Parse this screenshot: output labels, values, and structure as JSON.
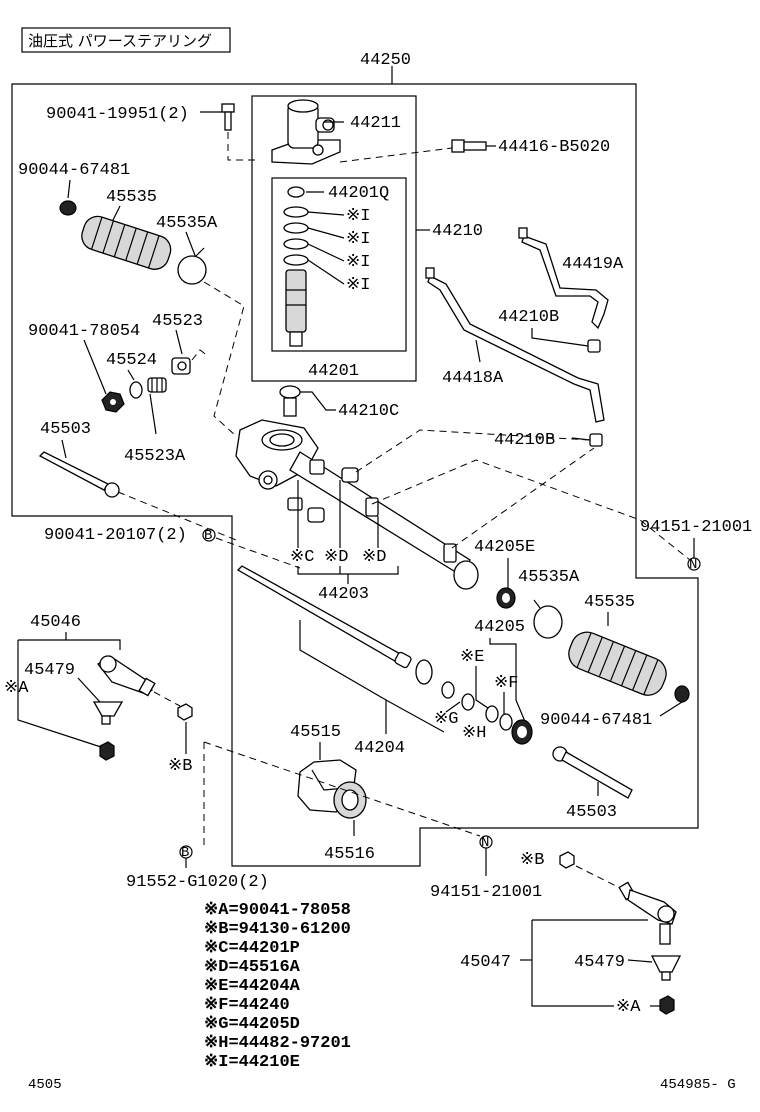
{
  "header_title": "油圧式 パワーステアリング",
  "labels": {
    "assy_44250": "44250",
    "p_90041_19951": "90041-19951(2)",
    "p_44211": "44211",
    "p_44416": "44416-B5020",
    "p_90044_67481_l": "90044-67481",
    "p_45535_l": "45535",
    "p_45535a_l": "45535A",
    "p_44201q": "44201Q",
    "p_44210": "44210",
    "p_44419a": "44419A",
    "p_44210b_1": "44210B",
    "p_90041_78054": "90041-78054",
    "p_45523": "45523",
    "p_45524": "45524",
    "p_44201": "44201",
    "p_44418a": "44418A",
    "p_44210c": "44210C",
    "p_45503_l": "45503",
    "p_45523a": "45523A",
    "p_44210b_2": "44210B",
    "p_90041_20107": "90041-20107(2)",
    "p_94151_r": "94151-21001",
    "p_44205e": "44205E",
    "p_44203": "44203",
    "p_45535a_r": "45535A",
    "p_45535_r": "45535",
    "p_45046": "45046",
    "p_44205": "44205",
    "p_45479_l": "45479",
    "p_90044_67481_r": "90044-67481",
    "p_45515": "45515",
    "p_44204": "44204",
    "p_45503_r": "45503",
    "p_45516": "45516",
    "p_91552": "91552-G1020(2)",
    "p_94151_b": "94151-21001",
    "p_45047": "45047",
    "p_45479_r": "45479"
  },
  "markers": {
    "I": "※I",
    "C": "※C",
    "D": "※D",
    "E": "※E",
    "F": "※F",
    "G": "※G",
    "H": "※H",
    "A": "※A",
    "B": "※B",
    "circle_B": "B",
    "circle_N": "N"
  },
  "legend": [
    "※A=90041-78058",
    "※B=94130-61200",
    "※C=44201P",
    "※D=45516A",
    "※E=44204A",
    "※F=44240",
    "※G=44205D",
    "※H=44482-97201",
    "※I=44210E"
  ],
  "footer": {
    "left_code": "4505",
    "right_code": "454985- G"
  }
}
